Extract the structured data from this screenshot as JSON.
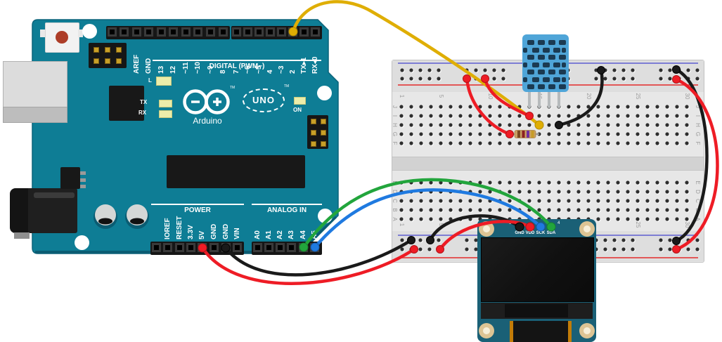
{
  "arduino": {
    "brand": "Arduino",
    "model": "UNO",
    "trademark": "TM",
    "digital_section_label": "DIGITAL (PWM~)",
    "power_section_label": "POWER",
    "analog_section_label": "ANALOG IN",
    "on_led_label": "ON",
    "builtin_led_label": "L",
    "tx_led_label": "TX",
    "rx_led_label": "RX",
    "digital_pins": [
      "AREF",
      "GND",
      "13",
      "12",
      "~11",
      "~10",
      "~9",
      "8",
      "7",
      "~6",
      "~5",
      "4",
      "~3",
      "2",
      "TX▸1",
      "RX◂0"
    ],
    "power_pins": [
      "IOREF",
      "RESET",
      "3.3V",
      "5V",
      "GND",
      "GND",
      "VIN"
    ],
    "analog_pins": [
      "A0",
      "A1",
      "A2",
      "A3",
      "A4",
      "A5"
    ]
  },
  "breadboard": {
    "top_row_letters": [
      "J",
      "I",
      "H",
      "G",
      "F"
    ],
    "bottom_row_letters": [
      "E",
      "D",
      "C",
      "B",
      "A"
    ],
    "column_numbers": [
      "1",
      "5",
      "10",
      "15",
      "20",
      "25",
      "30"
    ]
  },
  "oled_display": {
    "pin_labels": [
      "GND",
      "VDD",
      "SCK",
      "SDA"
    ],
    "first_pin_number": "1",
    "last_pin_number": "4"
  },
  "components": {
    "dht11": "DHT11 humidity/temperature sensor",
    "resistor": "pull-up resistor",
    "resistor_band_colors": [
      "#7a4a21",
      "#8b2121",
      "#7030a0",
      "#c79c27"
    ]
  },
  "colors": {
    "arduino_pcb": "#0e7d95",
    "breadboard": "#e7e7e7",
    "dht11_body": "#4fa5d8",
    "oled_pcb": "#1a6076",
    "rail_negative": "#7d7dd4",
    "rail_positive": "#e25757",
    "wire_yellow": "#dfae04",
    "wire_red": "#ee1c25",
    "wire_black": "#1a1a1a",
    "wire_green": "#22a53c",
    "wire_blue": "#1f7ae0"
  },
  "wires": [
    {
      "id": "data",
      "color": "#dfae04",
      "from": "Arduino D2",
      "to": "DHT11 data column"
    },
    {
      "id": "pullup-5v",
      "color": "#ee1c25",
      "from": "top + rail",
      "to": "resistor / data pull-up"
    },
    {
      "id": "dht-vcc",
      "color": "#ee1c25",
      "from": "top + rail",
      "to": "DHT11 VCC column"
    },
    {
      "id": "dht-gnd",
      "color": "#1a1a1a",
      "from": "DHT11 GND column",
      "to": "top − rail"
    },
    {
      "id": "right-jumper-gnd",
      "color": "#1a1a1a",
      "from": "top − rail",
      "to": "bottom − rail"
    },
    {
      "id": "right-jumper-5v",
      "color": "#ee1c25",
      "from": "top + rail",
      "to": "bottom + rail"
    },
    {
      "id": "arduino-gnd",
      "color": "#1a1a1a",
      "from": "Arduino GND",
      "to": "bottom − rail"
    },
    {
      "id": "arduino-5v",
      "color": "#ee1c25",
      "from": "Arduino 5V",
      "to": "bottom + rail"
    },
    {
      "id": "oled-gnd",
      "color": "#1a1a1a",
      "from": "bottom − rail",
      "to": "OLED GND"
    },
    {
      "id": "oled-vdd",
      "color": "#ee1c25",
      "from": "bottom + rail",
      "to": "OLED VDD"
    },
    {
      "id": "i2c-sda",
      "color": "#22a53c",
      "from": "Arduino A4",
      "to": "OLED SDA"
    },
    {
      "id": "i2c-scl",
      "color": "#1f7ae0",
      "from": "Arduino A5",
      "to": "OLED SCK"
    }
  ]
}
